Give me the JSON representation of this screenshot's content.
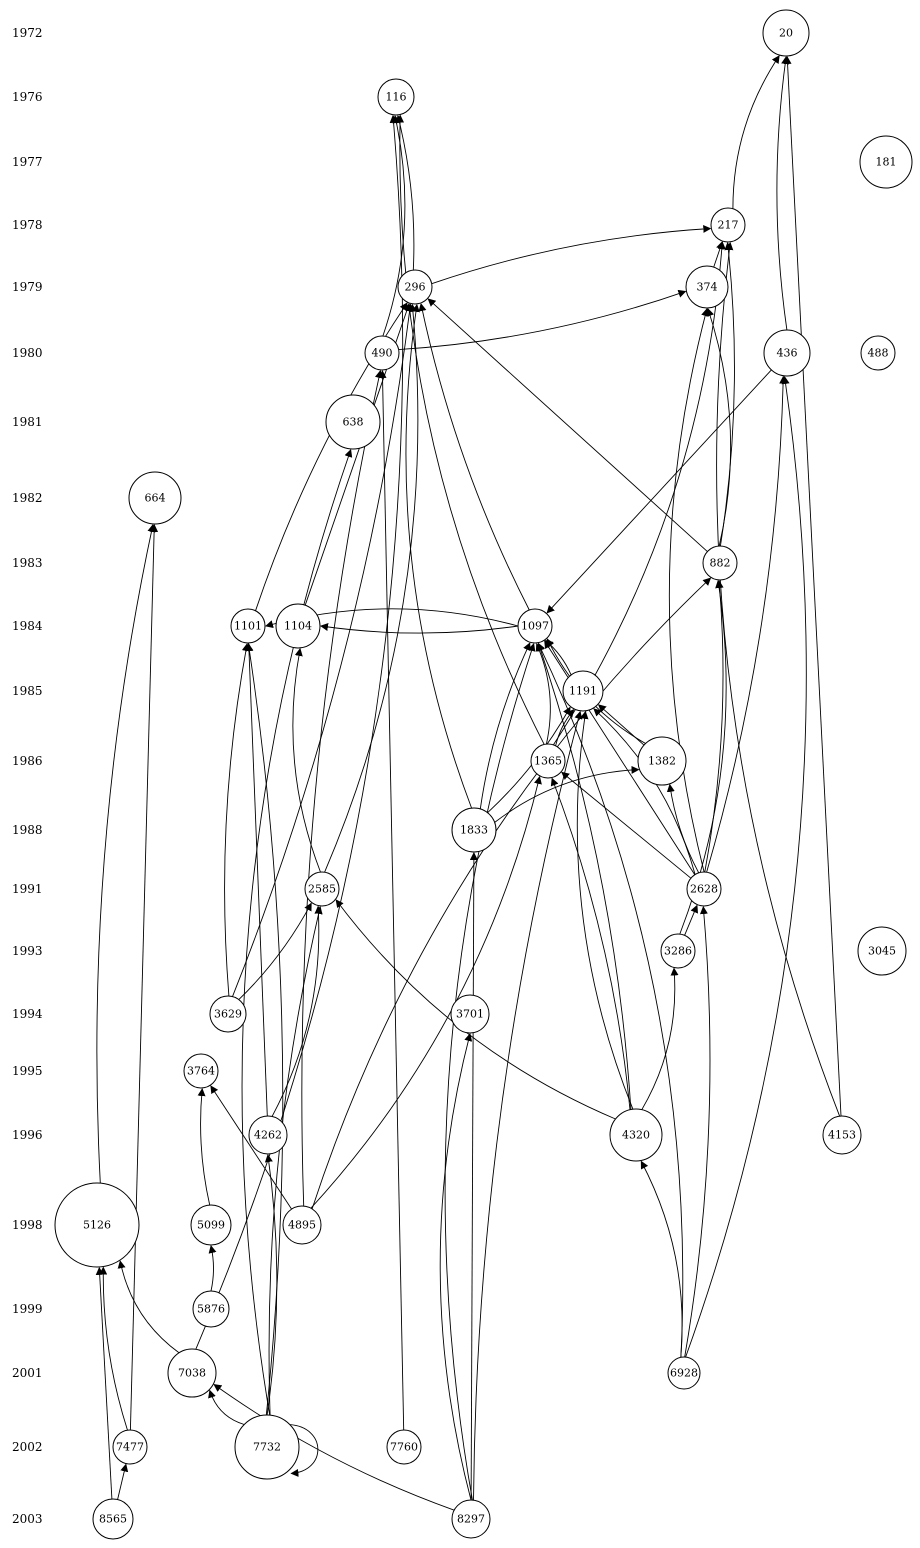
{
  "years": [
    "1972",
    "1976",
    "1977",
    "1978",
    "1979",
    "1980",
    "1981",
    "1982",
    "1983",
    "1984",
    "1985",
    "1986",
    "1988",
    "1991",
    "1993",
    "1994",
    "1995",
    "1996",
    "1998",
    "1999",
    "2001",
    "2002",
    "2003"
  ],
  "nodes": [
    {
      "id": "20",
      "label": "20"
    },
    {
      "id": "116",
      "label": "116"
    },
    {
      "id": "181",
      "label": "181"
    },
    {
      "id": "217",
      "label": "217"
    },
    {
      "id": "296",
      "label": "296"
    },
    {
      "id": "374",
      "label": "374"
    },
    {
      "id": "490",
      "label": "490"
    },
    {
      "id": "436",
      "label": "436"
    },
    {
      "id": "488",
      "label": "488"
    },
    {
      "id": "638",
      "label": "638"
    },
    {
      "id": "664",
      "label": "664"
    },
    {
      "id": "882",
      "label": "882"
    },
    {
      "id": "1101",
      "label": "1101"
    },
    {
      "id": "1104",
      "label": "1104"
    },
    {
      "id": "1097",
      "label": "1097"
    },
    {
      "id": "1191",
      "label": "1191"
    },
    {
      "id": "1365",
      "label": "1365"
    },
    {
      "id": "1382",
      "label": "1382"
    },
    {
      "id": "1833",
      "label": "1833"
    },
    {
      "id": "2585",
      "label": "2585"
    },
    {
      "id": "2628",
      "label": "2628"
    },
    {
      "id": "3286",
      "label": "3286"
    },
    {
      "id": "3045",
      "label": "3045"
    },
    {
      "id": "3629",
      "label": "3629"
    },
    {
      "id": "3701",
      "label": "3701"
    },
    {
      "id": "3764",
      "label": "3764"
    },
    {
      "id": "4262",
      "label": "4262"
    },
    {
      "id": "4320",
      "label": "4320"
    },
    {
      "id": "4153",
      "label": "4153"
    },
    {
      "id": "5126",
      "label": "5126"
    },
    {
      "id": "5099",
      "label": "5099"
    },
    {
      "id": "4895",
      "label": "4895"
    },
    {
      "id": "5876",
      "label": "5876"
    },
    {
      "id": "7038",
      "label": "7038"
    },
    {
      "id": "6928",
      "label": "6928"
    },
    {
      "id": "7477",
      "label": "7477"
    },
    {
      "id": "7732",
      "label": "7732"
    },
    {
      "id": "7760",
      "label": "7760"
    },
    {
      "id": "8565",
      "label": "8565"
    },
    {
      "id": "8297",
      "label": "8297"
    }
  ],
  "edges": [
    [
      "217",
      "20"
    ],
    [
      "436",
      "20"
    ],
    [
      "4153",
      "20"
    ],
    [
      "296",
      "116"
    ],
    [
      "490",
      "116"
    ],
    [
      "1365",
      "116"
    ],
    [
      "296",
      "217"
    ],
    [
      "374",
      "217"
    ],
    [
      "882",
      "217"
    ],
    [
      "1365",
      "217"
    ],
    [
      "4153",
      "217"
    ],
    [
      "1101",
      "296"
    ],
    [
      "1104",
      "296"
    ],
    [
      "3629",
      "296"
    ],
    [
      "2585",
      "296"
    ],
    [
      "1833",
      "296"
    ],
    [
      "1097",
      "296"
    ],
    [
      "882",
      "296"
    ],
    [
      "490",
      "374"
    ],
    [
      "882",
      "374"
    ],
    [
      "2628",
      "374"
    ],
    [
      "4895",
      "490"
    ],
    [
      "7760",
      "490"
    ],
    [
      "2628",
      "436"
    ],
    [
      "6928",
      "436"
    ],
    [
      "7732",
      "638"
    ],
    [
      "5126",
      "664"
    ],
    [
      "7477",
      "664"
    ],
    [
      "2628",
      "882"
    ],
    [
      "3286",
      "882"
    ],
    [
      "4895",
      "882"
    ],
    [
      "3629",
      "1101"
    ],
    [
      "4262",
      "1101"
    ],
    [
      "7732",
      "1101"
    ],
    [
      "1097",
      "1101"
    ],
    [
      "2585",
      "1104"
    ],
    [
      "1097",
      "1104"
    ],
    [
      "436",
      "1097"
    ],
    [
      "1191",
      "1097"
    ],
    [
      "1365",
      "1097"
    ],
    [
      "1382",
      "1097"
    ],
    [
      "1833",
      "1097"
    ],
    [
      "2628",
      "1097"
    ],
    [
      "4320",
      "1097"
    ],
    [
      "6928",
      "1097"
    ],
    [
      "8297",
      "1097"
    ],
    [
      "1365",
      "1191"
    ],
    [
      "1382",
      "1191"
    ],
    [
      "1833",
      "1191"
    ],
    [
      "2628",
      "1191"
    ],
    [
      "4320",
      "1191"
    ],
    [
      "8297",
      "1191"
    ],
    [
      "2628",
      "1365"
    ],
    [
      "4320",
      "1365"
    ],
    [
      "4895",
      "1365"
    ],
    [
      "1833",
      "1382"
    ],
    [
      "2628",
      "1382"
    ],
    [
      "8297",
      "1833"
    ],
    [
      "3629",
      "2585"
    ],
    [
      "4262",
      "2585"
    ],
    [
      "4320",
      "2585"
    ],
    [
      "7732",
      "2585"
    ],
    [
      "3286",
      "2628"
    ],
    [
      "6928",
      "2628"
    ],
    [
      "4320",
      "3286"
    ],
    [
      "8297",
      "3701"
    ],
    [
      "5099",
      "3764"
    ],
    [
      "4895",
      "3764"
    ],
    [
      "7732",
      "4262"
    ],
    [
      "6928",
      "4320"
    ],
    [
      "7038",
      "5126"
    ],
    [
      "7477",
      "5126"
    ],
    [
      "8565",
      "5126"
    ],
    [
      "5876",
      "5099"
    ],
    [
      "7038",
      "116"
    ],
    [
      "7732",
      "7038"
    ],
    [
      "8297",
      "7038"
    ],
    [
      "8565",
      "7477"
    ],
    [
      "7732",
      "7732"
    ]
  ]
}
